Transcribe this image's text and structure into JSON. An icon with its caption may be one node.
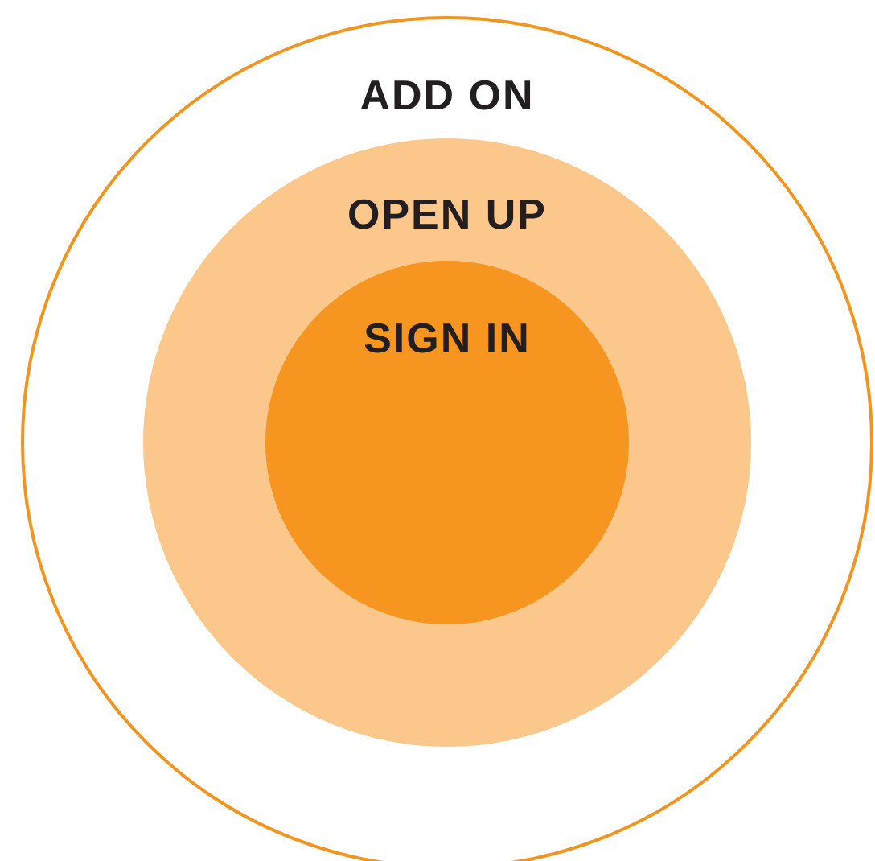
{
  "diagram": {
    "nodes": [
      {
        "text": [
          "ADD ON"
        ]
      },
      {
        "text": [
          "OPEN UP"
        ],
        "in": 0
      },
      {
        "text": [
          "SIGN IN"
        ],
        "in": 1
      }
    ]
  }
}
